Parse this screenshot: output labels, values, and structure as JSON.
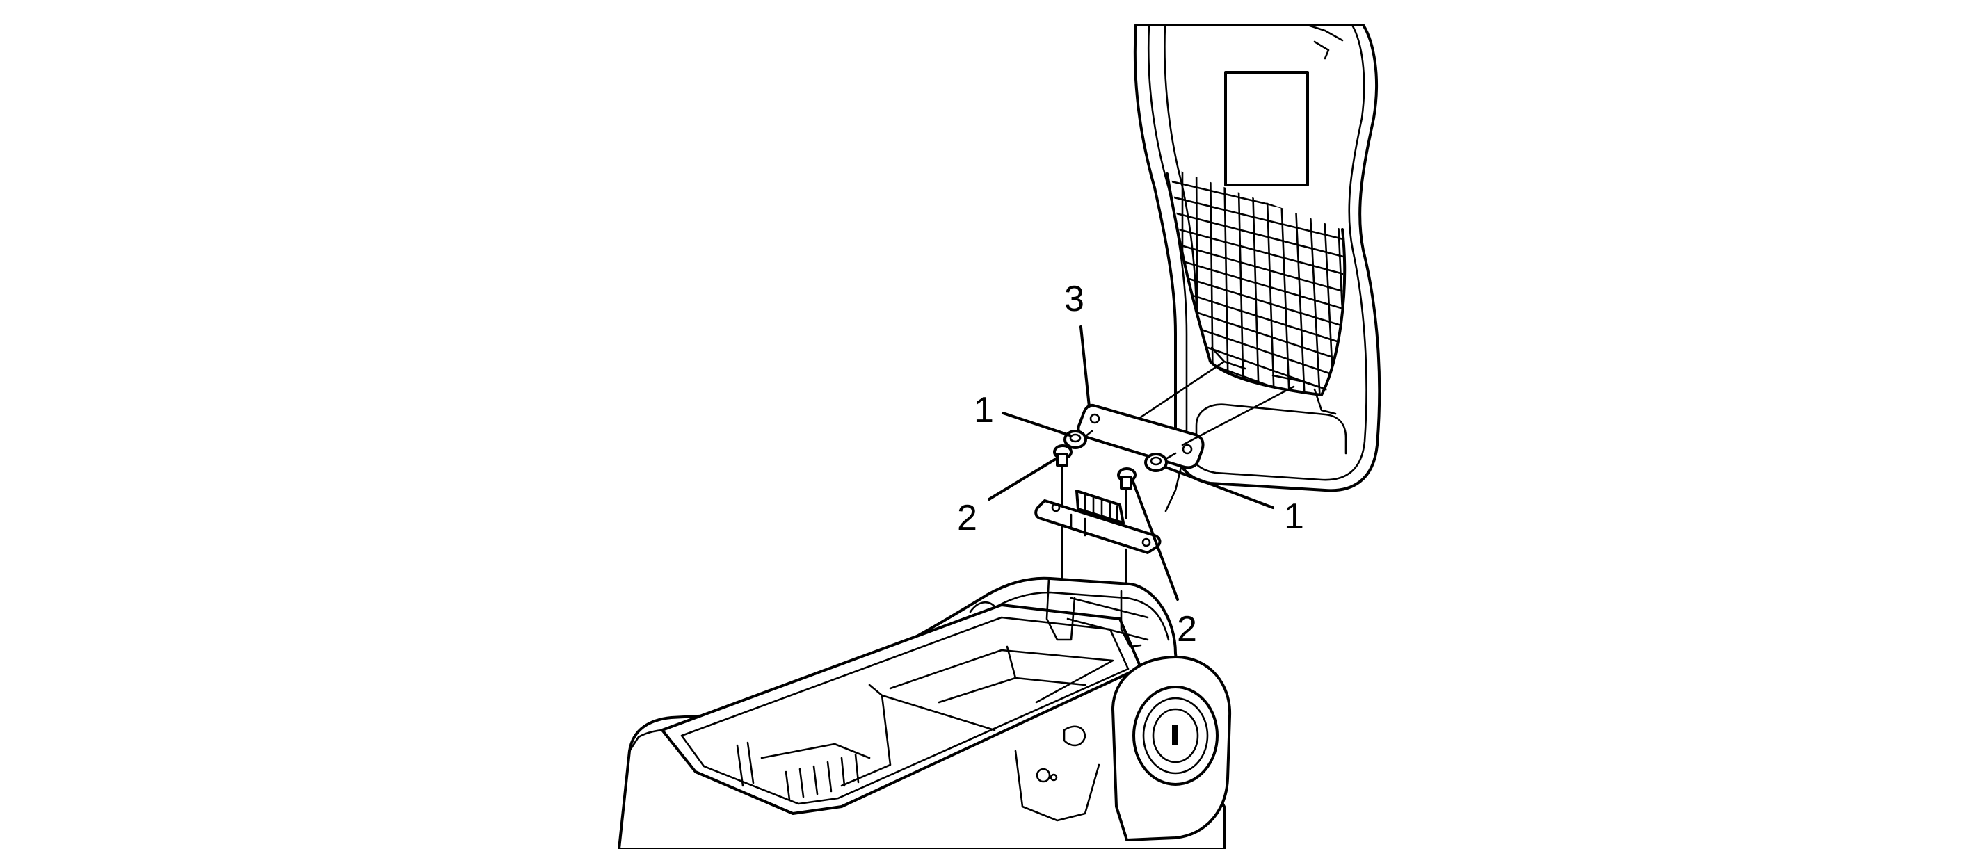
{
  "callouts": {
    "c1a": "1",
    "c1b": "1",
    "c2a": "2",
    "c2b": "2",
    "c3": "3"
  },
  "colors": {
    "line": "#000000",
    "background": "#ffffff"
  }
}
